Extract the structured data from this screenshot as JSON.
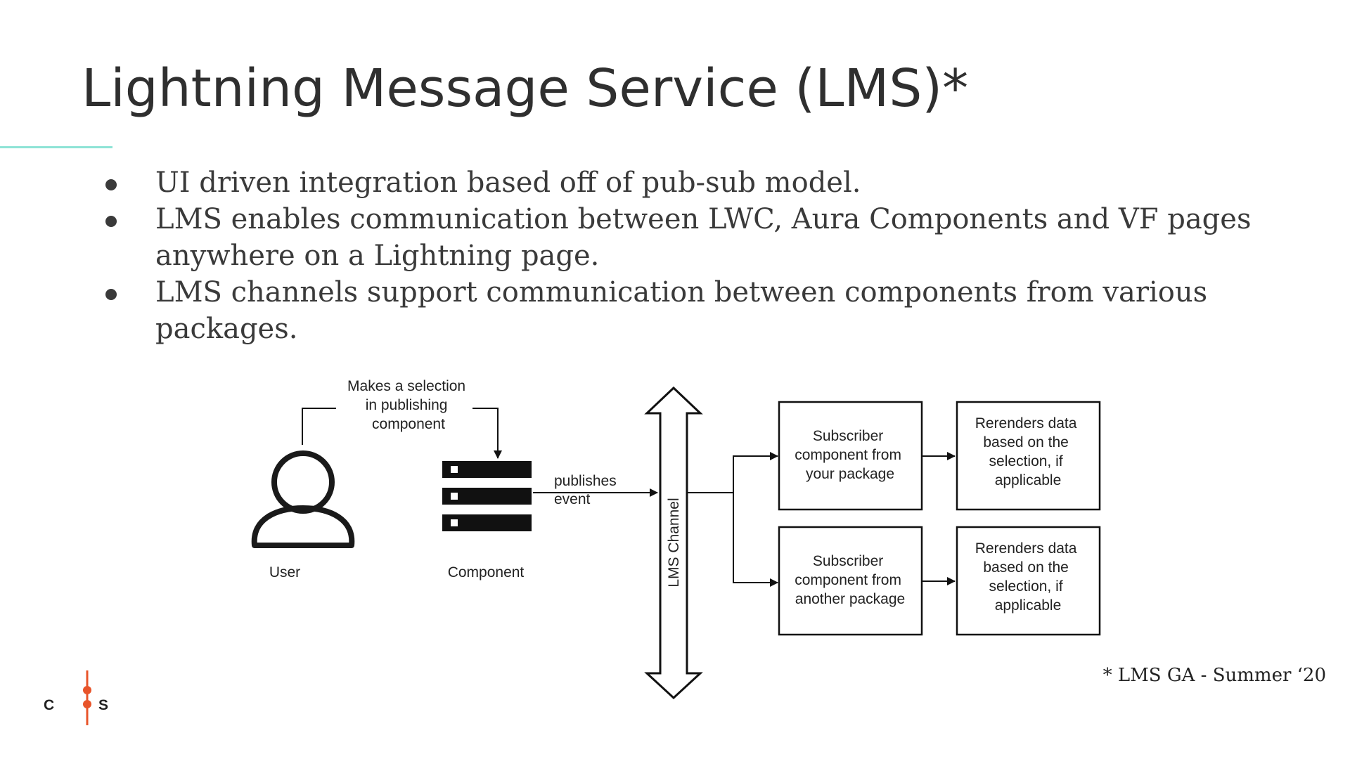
{
  "title": "Lightning Message Service (LMS)*",
  "bullets": [
    "UI driven integration based off of pub-sub model.",
    "LMS enables communication between LWC, Aura Components and VF pages anywhere on a Lightning page.",
    "LMS channels support communication between components from various packages."
  ],
  "diagram": {
    "user_label": "User",
    "component_label": "Component",
    "selection_note": [
      "Makes a selection",
      "in publishing",
      "component"
    ],
    "publish_label": [
      "publishes",
      "event"
    ],
    "channel_label": "LMS Channel",
    "subscriber_own": [
      "Subscriber",
      "component  from",
      "your package"
    ],
    "subscriber_other": [
      "Subscriber",
      "component  from",
      "another package"
    ],
    "rerender_top": [
      "Rerenders data",
      "based on the",
      "selection, if",
      "applicable"
    ],
    "rerender_bottom": [
      "Rerenders data",
      "based on the",
      "selection, if",
      "applicable"
    ]
  },
  "footnote": "* LMS GA - Summer ‘20",
  "logo": {
    "left_glyph": "C",
    "right_glyph": "S",
    "dark_color": "#2b2b2b",
    "accent_color": "#e8542a"
  },
  "colors": {
    "accent_line": "#8ee3d6"
  }
}
